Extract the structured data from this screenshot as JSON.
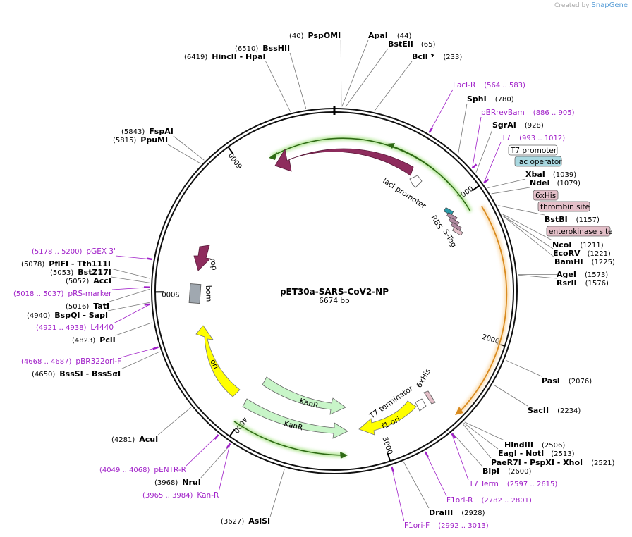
{
  "watermark": {
    "created_by": "Created by",
    "brand": "SnapGene"
  },
  "plasmid": {
    "name": "pET30a-SARS-CoV2-NP",
    "length_label": "6674 bp",
    "length": 6674
  },
  "ticks": [
    {
      "pos": 1000,
      "label": "1000"
    },
    {
      "pos": 2000,
      "label": "2000"
    },
    {
      "pos": 3000,
      "label": "3000"
    },
    {
      "pos": 4000,
      "label": "4000"
    },
    {
      "pos": 5000,
      "label": "5000"
    },
    {
      "pos": 6000,
      "label": "6000"
    }
  ],
  "sites_right": [
    {
      "name": "PspOMI",
      "pos": "(40)",
      "bp": 40
    },
    {
      "name": "ApaI",
      "pos": "(44)",
      "bp": 44
    },
    {
      "name": "BstEII",
      "pos": "(65)",
      "bp": 65
    },
    {
      "name": "BclI *",
      "pos": "(233)",
      "bp": 233
    },
    {
      "name": "SphI",
      "pos": "(780)",
      "bp": 780
    },
    {
      "name": "SgrAI",
      "pos": "(928)",
      "bp": 928
    },
    {
      "name": "XbaI",
      "pos": "(1039)",
      "bp": 1039
    },
    {
      "name": "NdeI",
      "pos": "(1079)",
      "bp": 1079
    },
    {
      "name": "BstBI",
      "pos": "(1157)",
      "bp": 1157
    },
    {
      "name": "NcoI",
      "pos": "(1211)",
      "bp": 1211
    },
    {
      "name": "EcoRV",
      "pos": "(1221)",
      "bp": 1221
    },
    {
      "name": "BamHI",
      "pos": "(1225)",
      "bp": 1225
    },
    {
      "name": "AgeI",
      "pos": "(1573)",
      "bp": 1573
    },
    {
      "name": "RsrII",
      "pos": "(1576)",
      "bp": 1576
    },
    {
      "name": "PasI",
      "pos": "(2076)",
      "bp": 2076
    },
    {
      "name": "SacII",
      "pos": "(2234)",
      "bp": 2234
    },
    {
      "name": "HindIII",
      "pos": "(2506)",
      "bp": 2506
    },
    {
      "name": "EagI - NotI",
      "pos": "(2513)",
      "bp": 2513
    },
    {
      "name": "PaeR7I - PspXI - XhoI",
      "pos": "(2521)",
      "bp": 2521
    },
    {
      "name": "BlpI",
      "pos": "(2600)",
      "bp": 2600
    },
    {
      "name": "DraIII",
      "pos": "(2928)",
      "bp": 2928
    }
  ],
  "sites_left": [
    {
      "name": "BssHII",
      "pos": "(6510)",
      "bp": 6510
    },
    {
      "name": "HincII - HpaI",
      "pos": "(6419)",
      "bp": 6419
    },
    {
      "name": "FspAI",
      "pos": "(5843)",
      "bp": 5843
    },
    {
      "name": "PpuMI",
      "pos": "(5815)",
      "bp": 5815
    },
    {
      "name": "PflFI - Tth111I",
      "pos": "(5078)",
      "bp": 5078
    },
    {
      "name": "BstZ17I",
      "pos": "(5053)",
      "bp": 5053
    },
    {
      "name": "AccI",
      "pos": "(5052)",
      "bp": 5052
    },
    {
      "name": "TatI",
      "pos": "(5016)",
      "bp": 5016
    },
    {
      "name": "BspQI - SapI",
      "pos": "(4940)",
      "bp": 4940
    },
    {
      "name": "PciI",
      "pos": "(4823)",
      "bp": 4823
    },
    {
      "name": "BssSI - BssSαI",
      "pos": "(4650)",
      "bp": 4650
    },
    {
      "name": "AcuI",
      "pos": "(4281)",
      "bp": 4281
    },
    {
      "name": "NruI",
      "pos": "(3968)",
      "bp": 3968
    },
    {
      "name": "AsiSI",
      "pos": "(3627)",
      "bp": 3627
    }
  ],
  "primers": [
    {
      "name": "LacI-R",
      "range": "(564 .. 583)",
      "bp": 573
    },
    {
      "name": "pBRrevBam",
      "range": "(886 .. 905)",
      "bp": 895
    },
    {
      "name": "T7",
      "range": "(993 .. 1012)",
      "bp": 1002
    },
    {
      "name": "T7 Term",
      "range": "(2597 .. 2615)",
      "bp": 2606
    },
    {
      "name": "F1ori-R",
      "range": "(2782 .. 2801)",
      "bp": 2791
    },
    {
      "name": "F1ori-F",
      "range": "(2992 .. 3013)",
      "bp": 3002
    },
    {
      "name": "pENTR-R",
      "range": "(4049 .. 4068)",
      "bp": 4058
    },
    {
      "name": "Kan-R",
      "range": "(3965 .. 3984)",
      "bp": 3974
    },
    {
      "name": "pBR322ori-F",
      "range": "(4668 .. 4687)",
      "bp": 4677
    },
    {
      "name": "L4440",
      "range": "(4921 .. 4938)",
      "bp": 4929
    },
    {
      "name": "pRS-marker",
      "range": "(5018 .. 5037)",
      "bp": 5027
    },
    {
      "name": "pGEX 3'",
      "range": "(5178 .. 5200)",
      "bp": 5189
    }
  ],
  "boxed_features": [
    {
      "name": "T7 promoter",
      "fill": "#ffffff"
    },
    {
      "name": "lac operator",
      "fill": "#a9d8e0"
    },
    {
      "name": "6xHis",
      "fill": "#e3bfc8"
    },
    {
      "name": "thrombin site",
      "fill": "#e3bfc8"
    },
    {
      "name": "enterokinase site",
      "fill": "#e3bfc8"
    }
  ],
  "features": {
    "lacI": "lacI",
    "lacI_promoter": "lacI promoter",
    "rbs": "RBS",
    "stag": "S-Tag",
    "rop": "rop",
    "bom": "bom",
    "ori": "ori",
    "kanr1": "KanR",
    "kanr2": "KanR",
    "f1ori": "f1 ori",
    "t7_terminator": "T7 terminator",
    "his6": "6xHis"
  },
  "colors": {
    "lacI": "#8e2c5d",
    "rop": "#8e2c5d",
    "ori": "#ffff00",
    "kanr": "#c8f5c8",
    "bom": "#a0a8b0",
    "insert_arc": "#f1a33a",
    "primer": "#a020c8"
  }
}
